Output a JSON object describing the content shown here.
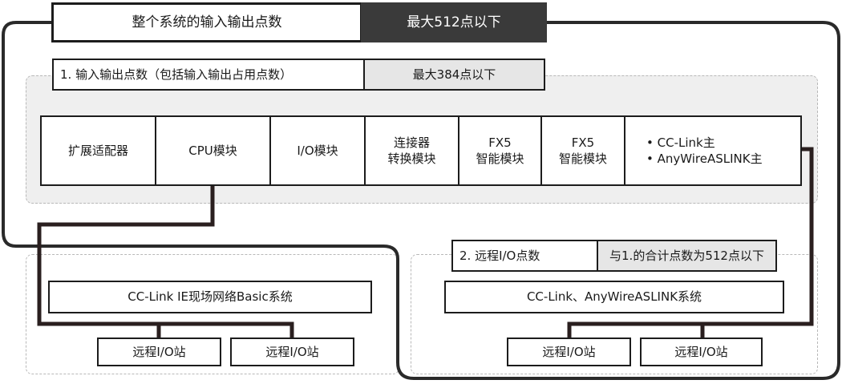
{
  "total": {
    "label": "整个系统的输入输出点数",
    "value": "最大512点以下"
  },
  "section1": {
    "label": "1. 输入输出点数（包括输入输出占用点数）",
    "value": "最大384点以下"
  },
  "modules": [
    {
      "line1": "扩展适配器",
      "line2": ""
    },
    {
      "line1": "CPU模块",
      "line2": ""
    },
    {
      "line1": "I/O模块",
      "line2": ""
    },
    {
      "line1": "连接器",
      "line2": "转换模块"
    },
    {
      "line1": "FX5",
      "line2": "智能模块"
    },
    {
      "line1": "FX5",
      "line2": "智能模块"
    }
  ],
  "master_module": {
    "line1": "• CC-Link主",
    "line2": "• AnyWireASLINK主"
  },
  "section2": {
    "label": "2. 远程I/O点数",
    "value": "与1.的合计点数为512点以下"
  },
  "network_left": {
    "system": "CC-Link IE现场网络Basic系统",
    "stations": [
      "远程I/O站",
      "远程I/O站"
    ]
  },
  "network_right": {
    "system": "CC-Link、AnyWireASLINK系统",
    "stations": [
      "远程I/O站",
      "远程I/O站"
    ]
  }
}
